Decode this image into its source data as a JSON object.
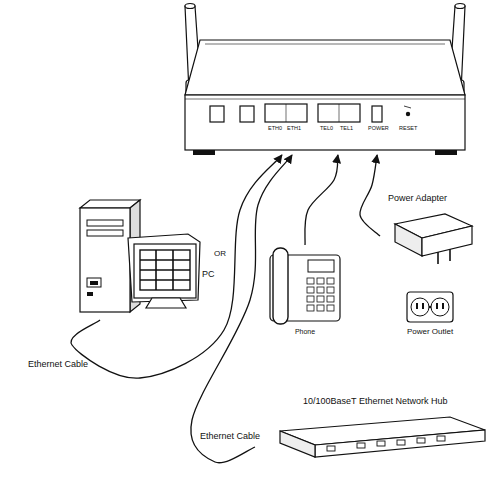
{
  "diagram": {
    "nodes": [
      {
        "text": [
          "ETH0",
          "ETH1",
          "TEL0",
          "TEL1",
          "POWER",
          "RESET"
        ]
      },
      {
        "text": [
          "PC"
        ]
      },
      {
        "text": [
          "Phone"
        ]
      },
      {
        "text": [
          "Power Adapter"
        ]
      },
      {
        "text": [
          "Power Outlet"
        ]
      },
      {
        "text": [
          "10/100BaseT Ethernet Network Hub"
        ]
      }
    ],
    "edges": [
      {
        "from": 1,
        "to": 0,
        "arrow": "to",
        "label": "Ethernet Cable"
      },
      {
        "from": 5,
        "to": 0,
        "arrow": "to",
        "label": "Ethernet Cable"
      },
      {
        "from": 2,
        "to": 0,
        "arrow": "to"
      },
      {
        "from": 3,
        "to": 0,
        "arrow": "to"
      }
    ],
    "labels": [
      "OR"
    ]
  }
}
